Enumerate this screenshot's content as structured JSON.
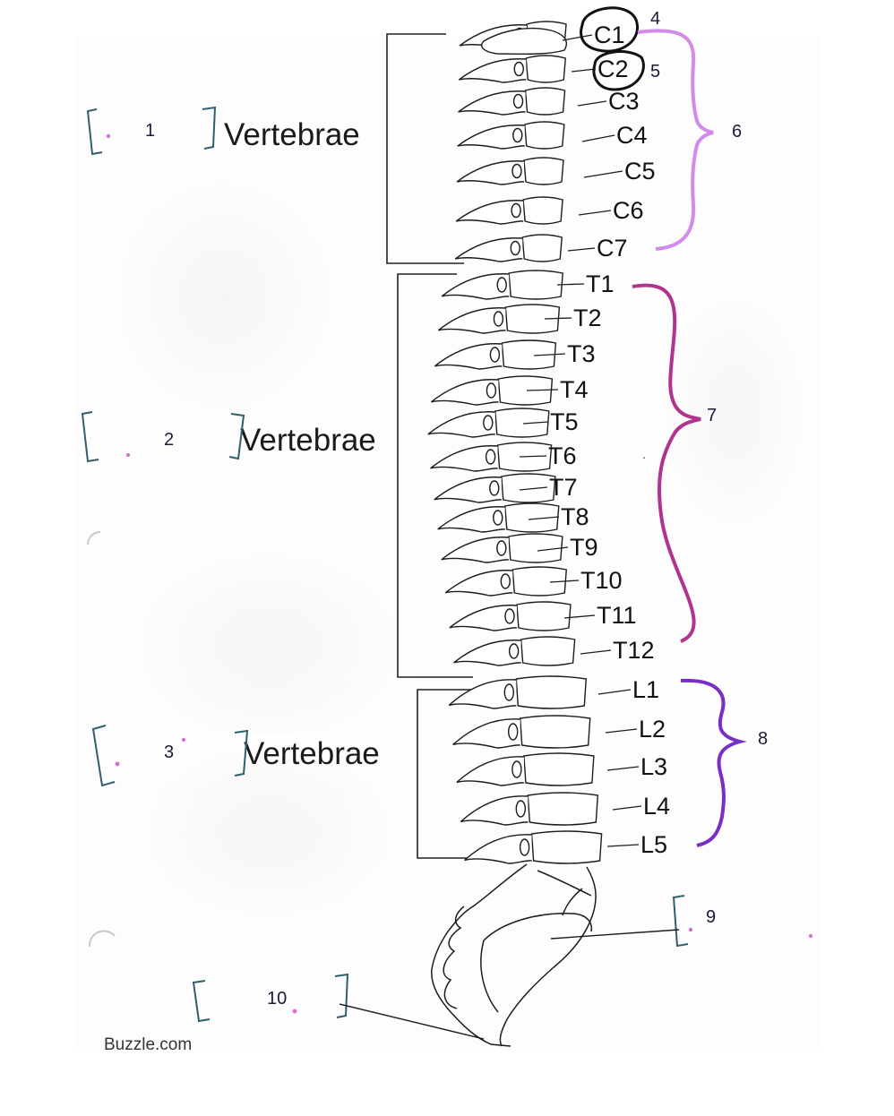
{
  "section_word": "Vertebrae",
  "answer_numbers": [
    "1",
    "2",
    "3",
    "4",
    "5",
    "6",
    "7",
    "8",
    "9",
    "10"
  ],
  "cervical": [
    "C1",
    "C2",
    "C3",
    "C4",
    "C5",
    "C6",
    "C7"
  ],
  "thoracic": [
    "T1",
    "T2",
    "T3",
    "T4",
    "T5",
    "T6",
    "T7",
    "T8",
    "T9",
    "T10",
    "T11",
    "T12"
  ],
  "lumbar": [
    "L1",
    "L2",
    "L3",
    "L4",
    "L5"
  ],
  "credit": "Buzzle.com",
  "colors": {
    "cervical_brace": "#d28be8",
    "thoracic_brace": "#b0338f",
    "lumbar_brace": "#7a2fc4",
    "answer_bracket": "#2f5f6a"
  }
}
